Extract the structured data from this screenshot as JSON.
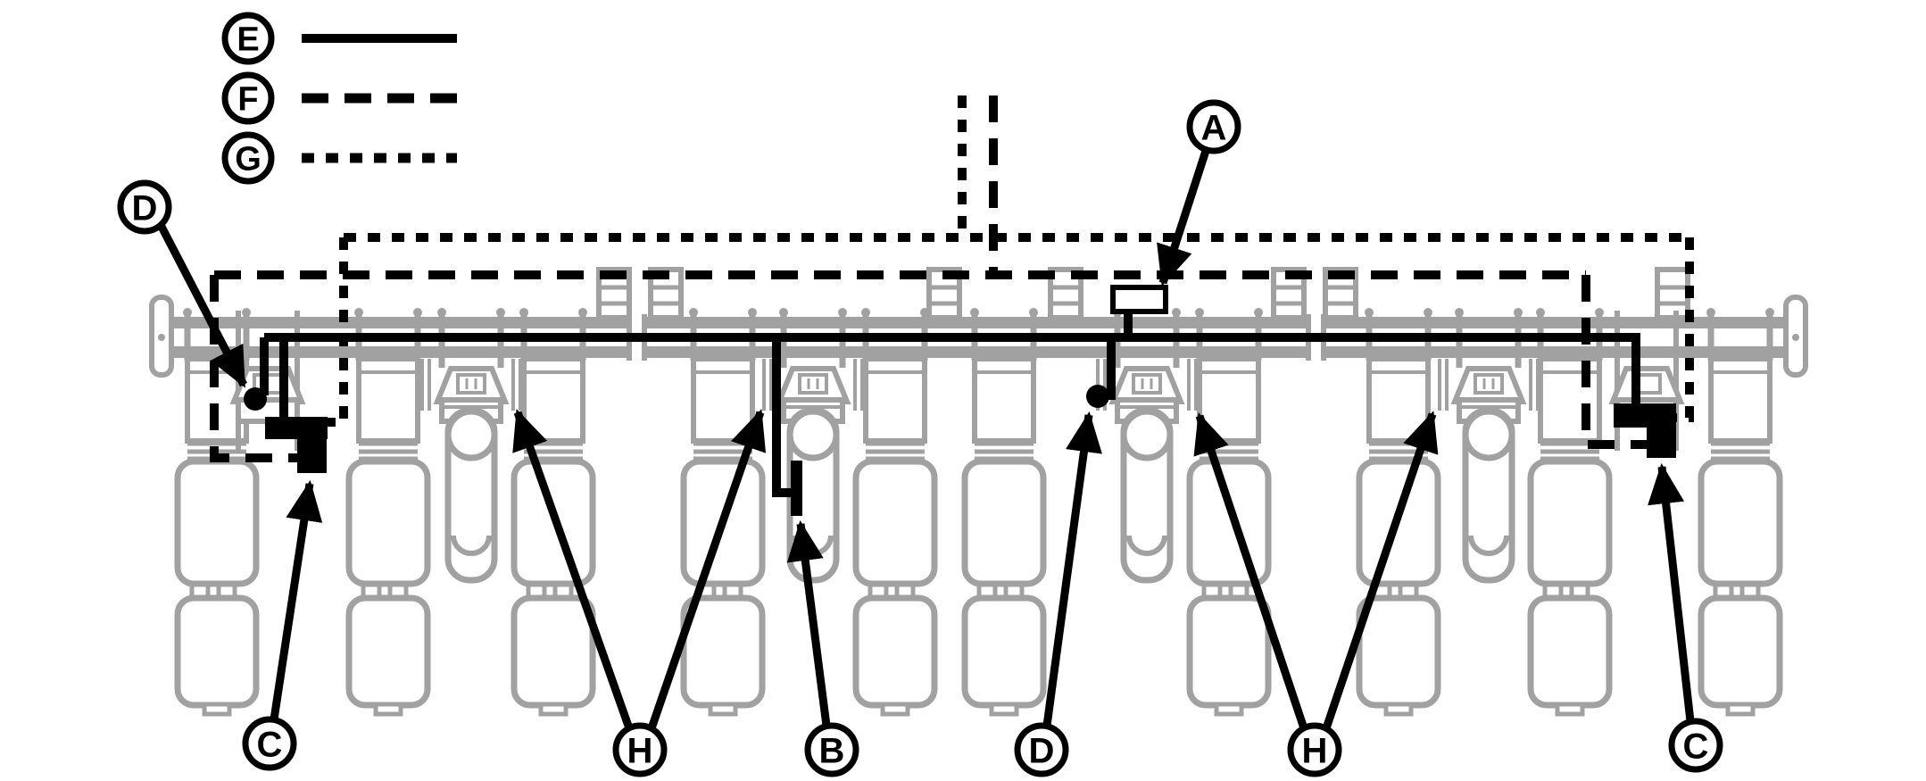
{
  "figure": {
    "type": "diagram",
    "description": "Implement harness routing schematic, top view, with lettered callouts"
  },
  "colors": {
    "harness": "#000000",
    "machine_outline": "#a1a1a1",
    "background": "#ffffff"
  },
  "legend": {
    "items": [
      {
        "label": "E",
        "line_style": "solid"
      },
      {
        "label": "F",
        "line_style": "dashed"
      },
      {
        "label": "G",
        "line_style": "dotted"
      }
    ]
  },
  "callouts": [
    {
      "id": "a",
      "label": "A",
      "points_to": "module box on center frame"
    },
    {
      "id": "d-left",
      "label": "D",
      "points_to": "left harness connector dot"
    },
    {
      "id": "c-left",
      "label": "C",
      "points_to": "left junction block"
    },
    {
      "id": "h-left",
      "label": "H",
      "points_to": "row unit hoses (two arrows)"
    },
    {
      "id": "b",
      "label": "B",
      "points_to": "center row drop terminal"
    },
    {
      "id": "d-center",
      "label": "D",
      "points_to": "center harness connector dot"
    },
    {
      "id": "h-right",
      "label": "H",
      "points_to": "row unit hoses (two arrows)"
    },
    {
      "id": "c-right",
      "label": "C",
      "points_to": "right junction block"
    }
  ]
}
